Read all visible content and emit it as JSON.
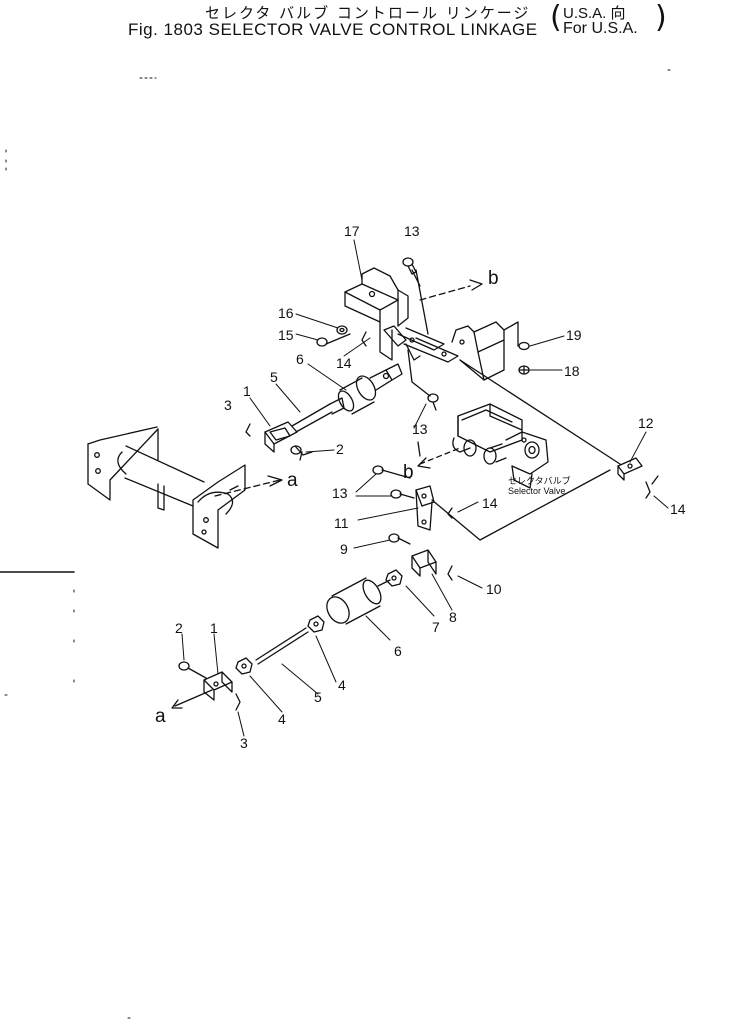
{
  "header": {
    "title_jp": "セレクタ バルブ コントロール リンケージ",
    "fig_number": "Fig. 1803",
    "title_en": "SELECTOR VALVE CONTROL LINKAGE",
    "note_jp": "U.S.A. 向",
    "note_en": "For U.S.A."
  },
  "callouts": {
    "c1a": "1",
    "c1b": "1",
    "c2a": "2",
    "c2b": "2",
    "c3a": "3",
    "c3b": "3",
    "c4a": "4",
    "c4b": "4",
    "c5a": "5",
    "c5b": "5",
    "c6a": "6",
    "c6b": "6",
    "c7": "7",
    "c8": "8",
    "c9": "9",
    "c10": "10",
    "c11": "11",
    "c12": "12",
    "c13a": "13",
    "c13b": "13",
    "c13c": "13",
    "c14a": "14",
    "c14b": "14",
    "c14c": "14",
    "c15": "15",
    "c16": "16",
    "c17": "17",
    "c18": "18",
    "c19": "19"
  },
  "refs": {
    "a1": "a",
    "a2": "a",
    "b1": "b",
    "b2": "b"
  },
  "valve_label": {
    "jp": "セレクタバルブ",
    "en": "Selector Valve"
  }
}
